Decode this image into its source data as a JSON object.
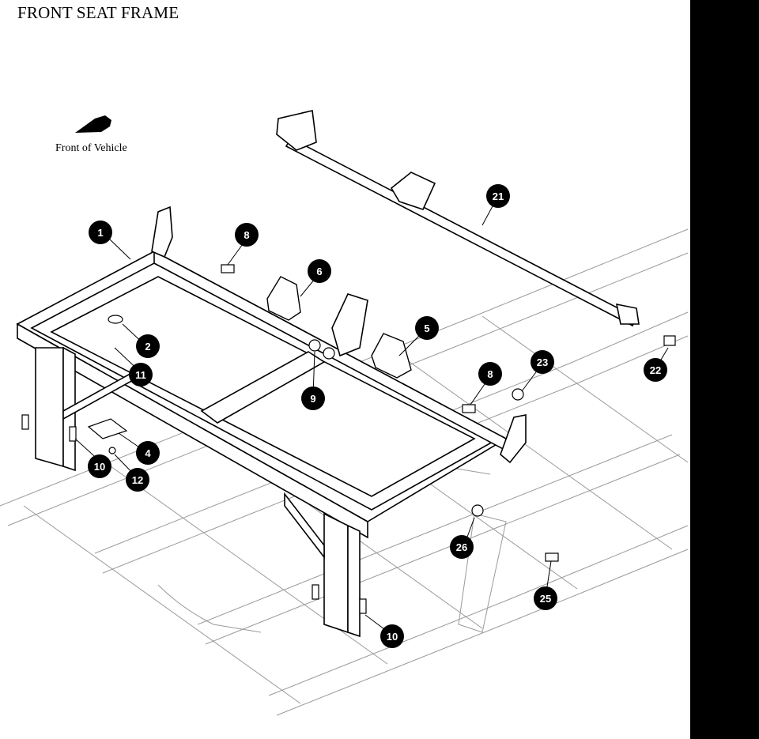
{
  "title": "FRONT SEAT FRAME",
  "front_indicator": {
    "label": "Front of Vehicle",
    "icon": "front-arrow-icon"
  },
  "callouts": [
    "1",
    "2",
    "4",
    "5",
    "6",
    "8",
    "8",
    "9",
    "10",
    "10",
    "11",
    "12",
    "21",
    "22",
    "23",
    "25",
    "26"
  ],
  "colors": {
    "line": "#000000",
    "ghost": "#9a9a9a",
    "band": "#000000",
    "callout_fill": "#000000",
    "callout_text": "#ffffff"
  }
}
